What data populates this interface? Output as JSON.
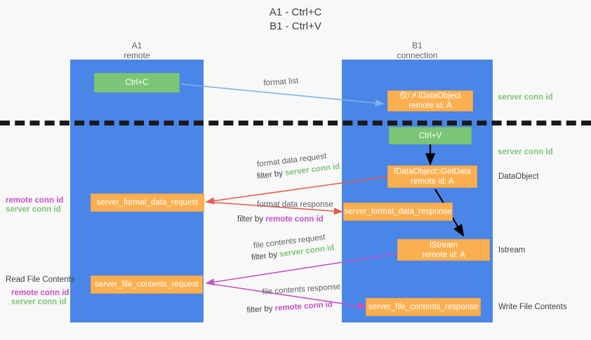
{
  "title": {
    "line1": "A1 - Ctrl+C",
    "line2": "B1 - Ctrl+V"
  },
  "lanes": [
    {
      "name": "A1",
      "sub": "remote"
    },
    {
      "name": "B1",
      "sub": "connection"
    }
  ],
  "boxes": {
    "ctrl_c": {
      "label": "Ctrl+C"
    },
    "ctrl_v": {
      "label": "Ctrl+V"
    },
    "idataobject_formats": {
      "line1": "仅/㐅IDataObject",
      "line2": "remote id: A"
    },
    "idataobject_getdata": {
      "line1": "IDataObject::GetData",
      "line2": "remote id: A"
    },
    "istream": {
      "line1": "IStream",
      "line2": "remote id: A"
    },
    "server_format_data_request": {
      "label": "server_format_data_request"
    },
    "server_format_data_response": {
      "label": "server_format_data_response"
    },
    "server_file_contents_request": {
      "label": "server_file_contents_request"
    },
    "server_file_contents_response": {
      "label": "server_file_contents_response"
    }
  },
  "arrow_labels": {
    "format_list": "format list",
    "format_data_request": "format data request",
    "format_data_request_filter_prefix": "filter by ",
    "format_data_request_filter_value": "server conn id",
    "format_data_response": "format data response",
    "format_data_response_filter_prefix": "filter by ",
    "format_data_response_filter_value": "remote conn id",
    "file_contents_request": "file contents request",
    "file_contents_request_filter_prefix": "filter by ",
    "file_contents_request_filter_value": "server conn id",
    "file_contents_response": "file contents response",
    "file_contents_response_filter_prefix": "filter by ",
    "file_contents_response_filter_value": "remote conn id"
  },
  "side_labels": {
    "server_conn_id_top": "server conn id",
    "server_conn_id_mid": "server conn id",
    "dataobject": "DataObject",
    "istream": "Istream",
    "write_file_contents": "Write File Contents",
    "read_file_contents": "Read File Contents",
    "left_remote_conn_id_1": "remote conn id",
    "left_server_conn_id_1": "server conn id",
    "left_remote_conn_id_2": "remote conn id",
    "left_server_conn_id_2": "server conn id"
  },
  "colors": {
    "lane": "#4a86e8",
    "orange": "#fbaf50",
    "green": "#7cc576",
    "magenta": "#c653c6",
    "arrow_blue": "#7fb2e5",
    "arrow_red": "#e8594a",
    "arrow_black": "#000000",
    "background": "#f8f8f8"
  }
}
